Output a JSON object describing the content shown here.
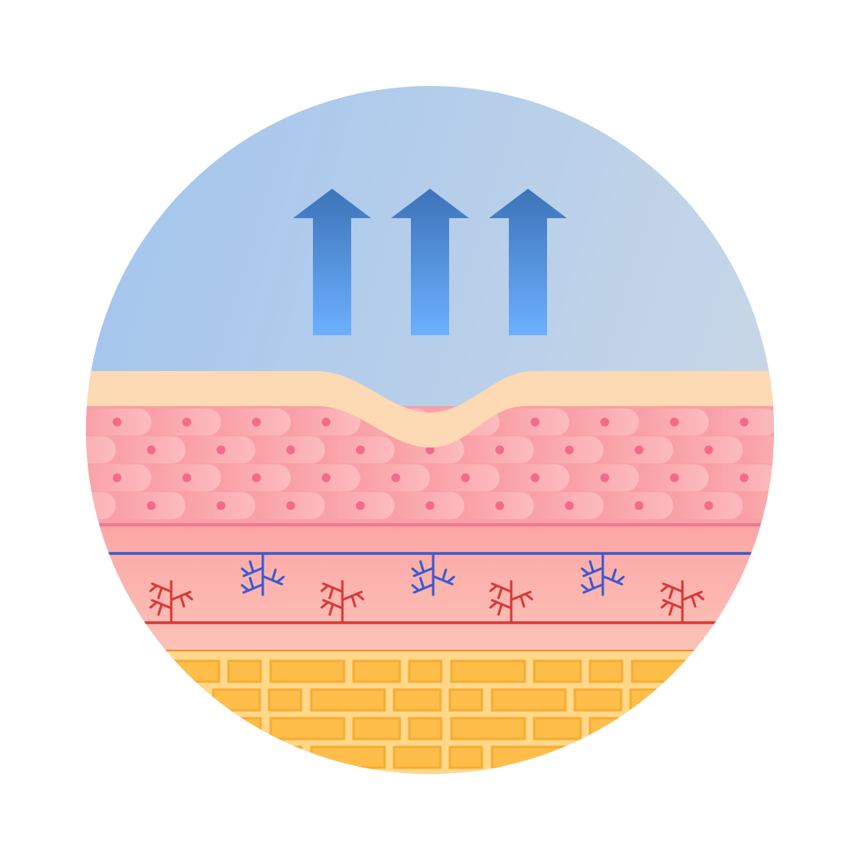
{
  "illustration": {
    "subject": "skin-cross-section",
    "arrows": {
      "count": 3,
      "direction": "up",
      "icon": "arrow-up-icon"
    },
    "colors": {
      "sky_light": "#cdd9e6",
      "sky_dark": "#9fc3ee",
      "arrow_top": "#3d73b8",
      "arrow_bottom": "#6cb0ff",
      "surface_layer": "#fdd9b4",
      "cell_layer_bg": "#f9a0a6",
      "cell_light": "#fcbcbf",
      "cell_nucleus": "#f46a8a",
      "cell_border": "#f07890",
      "dermis_top": "#fca6a6",
      "dermis_bottom": "#fcc2b8",
      "vein": "#3a5ad0",
      "artery": "#d83a38",
      "fat_bg": "#ffd88a",
      "fat_brick": "#ffbd4a",
      "fat_brick_edge": "#f7ad34",
      "fat_top_line": "#f48a30"
    }
  }
}
